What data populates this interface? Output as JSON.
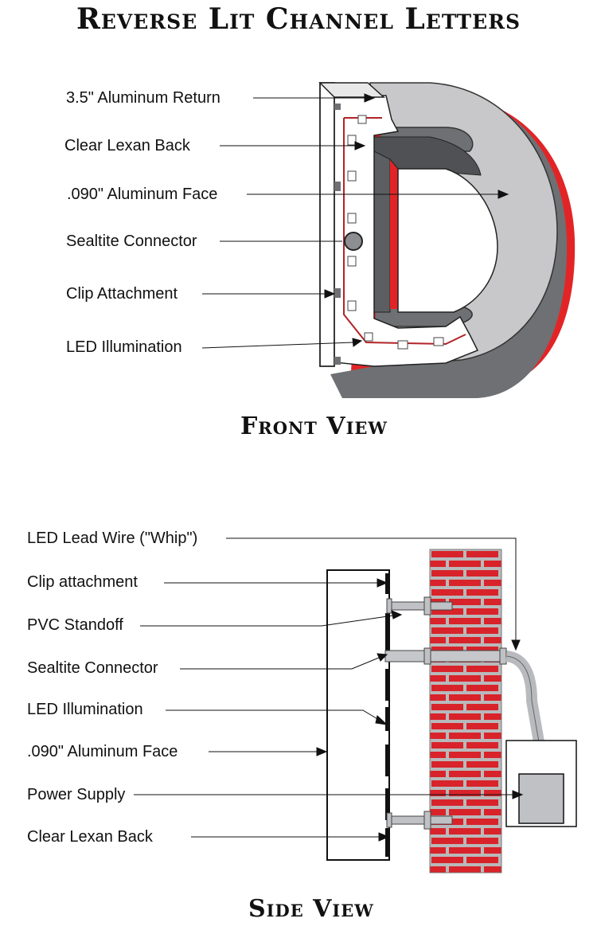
{
  "title": "Reverse Lit Channel Letters",
  "front_view": {
    "heading": "Front View",
    "labels": [
      "3.5\" Aluminum Return",
      "Clear Lexan Back",
      ".090\" Aluminum Face",
      "Sealtite Connector",
      "Clip Attachment",
      "LED Illumination"
    ]
  },
  "side_view": {
    "heading": "Side View",
    "labels": [
      "LED Lead Wire (\"Whip\")",
      "Clip attachment",
      "PVC Standoff",
      "Sealtite Connector",
      "LED Illumination",
      ".090\" Aluminum Face",
      "Power Supply",
      "Clear Lexan Back"
    ]
  },
  "colors": {
    "return_gray": "#c8c8ca",
    "face_dark": "#6e7073",
    "halo_red": "#e32426",
    "brick_red": "#d8232a",
    "mortar": "#b9b9bb"
  }
}
